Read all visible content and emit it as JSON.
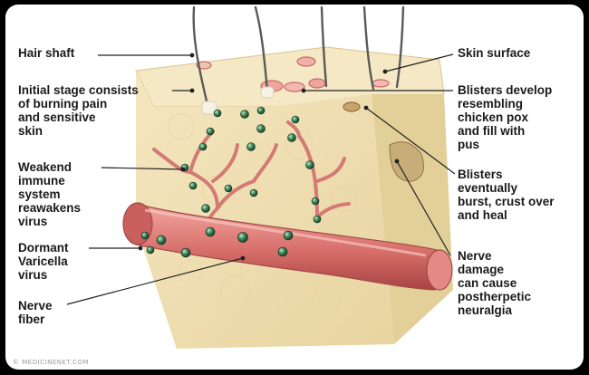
{
  "diagram": {
    "labels": {
      "hair_shaft": "Hair shaft",
      "initial_stage": "Initial stage consists\nof burning pain\nand sensitive\nskin",
      "weakend_immune": "Weakend\nimmune\nsystem\nreawakens\nvirus",
      "dormant_varicella": "Dormant\nVaricella\nvirus",
      "nerve_fiber": "Nerve\nfiber",
      "skin_surface": "Skin surface",
      "blisters_develop": "Blisters develop\nresembling\nchicken pox\nand fill with\npus",
      "blisters_burst": "Blisters\neventually\nburst, crust over\nand heal",
      "nerve_damage": "Nerve\ndamage\ncan cause\npostherpetic\nneuralgia"
    },
    "credit": "© MEDICINENET.COM",
    "colors": {
      "skin": "#f1e3b8",
      "skin_side": "#e6d29c",
      "nerve": "#d97c7c",
      "virus": "#3f8a5c",
      "background": "#ffffff",
      "frame": "#000000"
    }
  }
}
